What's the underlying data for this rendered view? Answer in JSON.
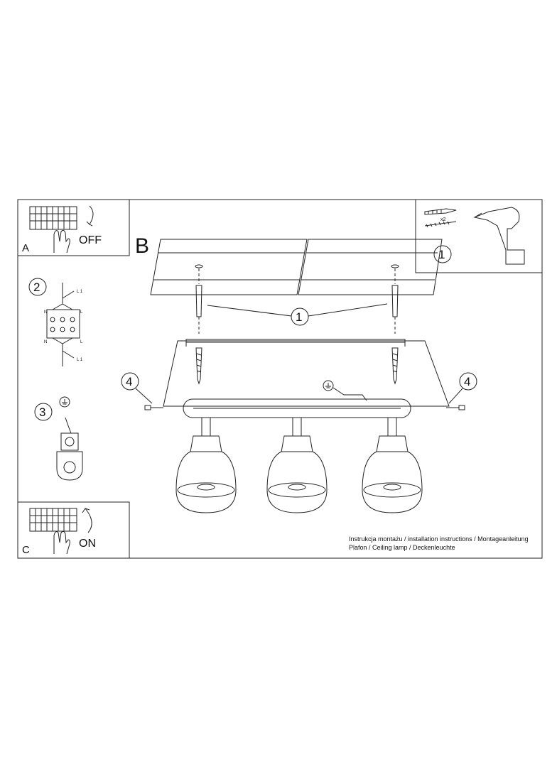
{
  "panels": {
    "a": {
      "letter": "A",
      "action": "OFF"
    },
    "b": {
      "letter": "B"
    },
    "c": {
      "letter": "C",
      "action": "ON"
    }
  },
  "steps": {
    "one": "1",
    "two": "2",
    "three": "3",
    "four": "4"
  },
  "kit": {
    "anchor_count": "x2"
  },
  "wiring": {
    "neutral": "N",
    "live": "L",
    "live_1": "L 1"
  },
  "caption": {
    "line1": "Instrukcja montażu / installation instructions / Montageanleitung",
    "line2": "Plafon / Ceiling lamp / Deckenleuchte"
  },
  "icons": [
    "switch-panel-icon",
    "hand-icon",
    "curved-arrow-icon",
    "wall-anchor-icon",
    "drill-icon",
    "terminal-block-icon",
    "ground-symbol-icon",
    "ground-terminal-icon",
    "screw-icon",
    "lamp-shade-icon"
  ]
}
